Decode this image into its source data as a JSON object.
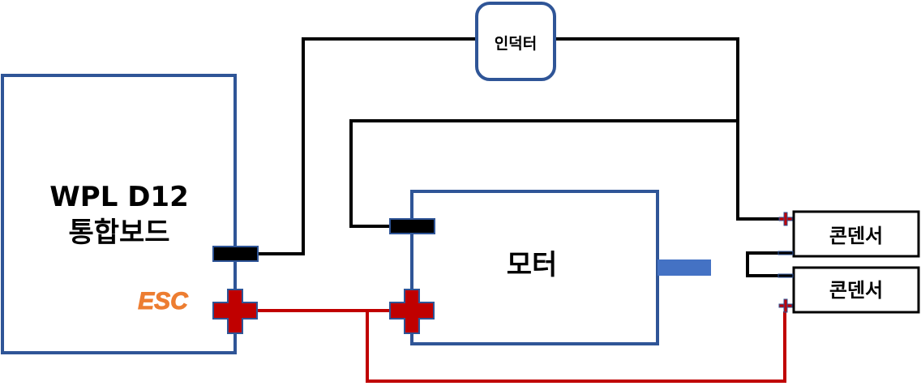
{
  "board": {
    "title_line1": "WPL D12",
    "title_line2": "통합보드",
    "esc_label": "ESC"
  },
  "inductor": {
    "label": "인덕터"
  },
  "motor": {
    "label": "모터"
  },
  "capacitors": [
    {
      "label": "콘덴서"
    },
    {
      "label": "콘덴서"
    }
  ],
  "colors": {
    "box_border": "#2f5597",
    "wire_black": "#000000",
    "wire_red": "#c00000",
    "esc_orange": "#ed7d31",
    "motor_shaft": "#4472c4",
    "terminal_black": "#000000",
    "terminal_red": "#c00000"
  }
}
